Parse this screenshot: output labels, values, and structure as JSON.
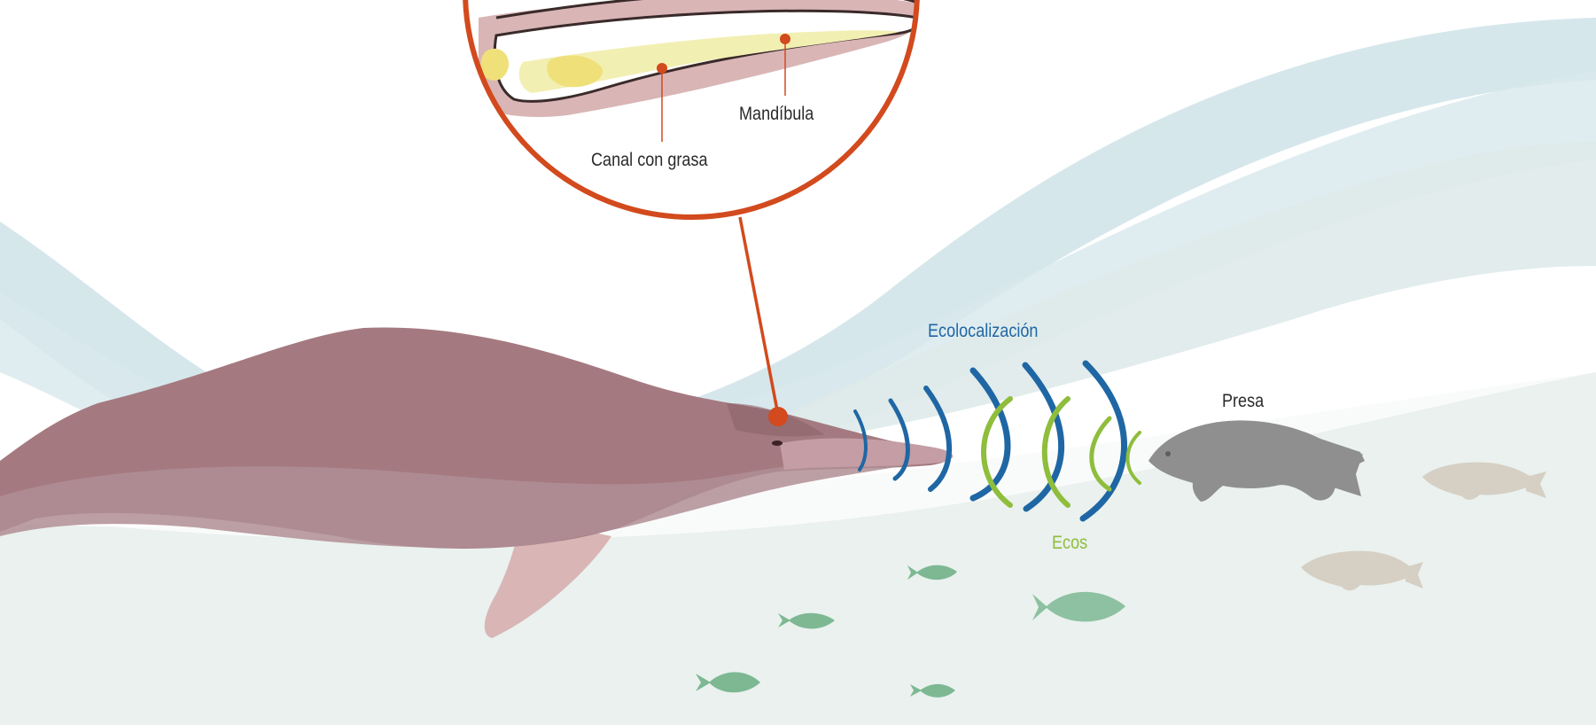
{
  "labels": {
    "fat_channel": "Canal con grasa",
    "mandible": "Mandíbula",
    "echolocation": "Ecolocalización",
    "prey": "Presa",
    "echoes": "Ecos"
  },
  "colors": {
    "echolocation_waves": "#1f67a4",
    "echo_waves": "#8fbd3c",
    "callout_line": "#d24a1d",
    "dolphin_body": "#a47a80",
    "dolphin_belly": "#d9b5b5",
    "prey_fish": "#8f8f8f",
    "small_fish": "#7db893",
    "water": "#eaf1ee"
  },
  "icons": {
    "detail_view": "dolphin-jaw-cross-section",
    "animal": "river-dolphin",
    "prey": "fish"
  }
}
